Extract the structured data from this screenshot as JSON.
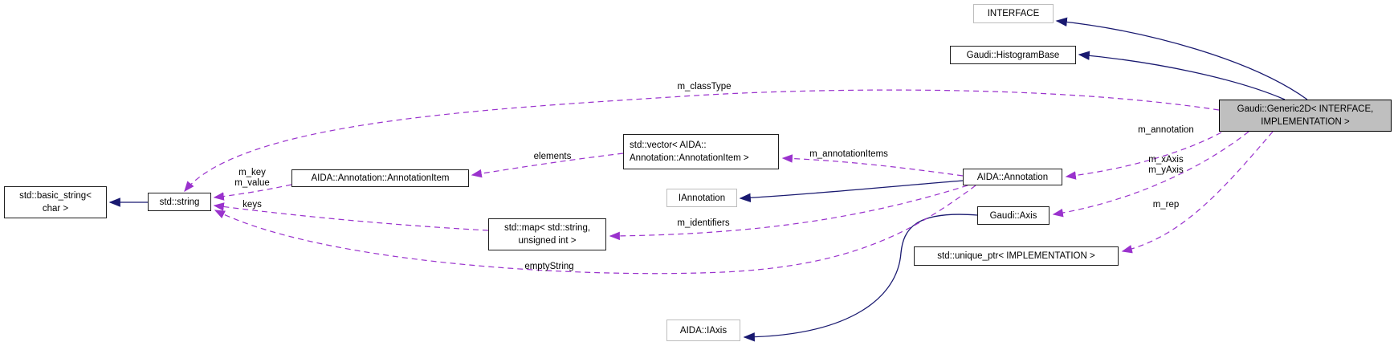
{
  "colors": {
    "background": "#ffffff",
    "inheritance_arrow": "#191970",
    "usage_arrow": "#9a32cd",
    "node_border": "#1f1f1f",
    "external_node_border": "#bdbdbd",
    "current_node_fill": "#bfbfbf",
    "text": "#000000"
  },
  "nodes": {
    "interface": {
      "label": "INTERFACE"
    },
    "histogram_base": {
      "label": "Gaudi::HistogramBase"
    },
    "generic2d": {
      "line1": "Gaudi::Generic2D< INTERFACE,",
      "line2": "IMPLEMENTATION >"
    },
    "basic_string": {
      "line1": "std::basic_string<",
      "line2": "char >"
    },
    "std_string": {
      "label": "std::string"
    },
    "annotation_item": {
      "label": "AIDA::Annotation::AnnotationItem"
    },
    "vector": {
      "line1": "std::vector< AIDA::",
      "line2": "Annotation::AnnotationItem >"
    },
    "iannotation": {
      "label": "IAnnotation"
    },
    "aida_annotation": {
      "label": "AIDA::Annotation"
    },
    "map": {
      "line1": "std::map< std::string,",
      "line2": "unsigned int >"
    },
    "gaudi_axis": {
      "label": "Gaudi::Axis"
    },
    "unique_ptr": {
      "label": "std::unique_ptr< IMPLEMENTATION >"
    },
    "iaxis": {
      "label": "AIDA::IAxis"
    }
  },
  "edge_labels": {
    "m_classType": "m_classType",
    "elements": "elements",
    "m_annotationItems": "m_annotationItems",
    "m_annotation": "m_annotation",
    "m_key": "m_key",
    "m_value": "m_value",
    "keys": "keys",
    "m_identifiers": "m_identifiers",
    "emptyString": "emptyString",
    "m_xAxis": "m_xAxis",
    "m_yAxis": "m_yAxis",
    "m_rep": "m_rep"
  }
}
